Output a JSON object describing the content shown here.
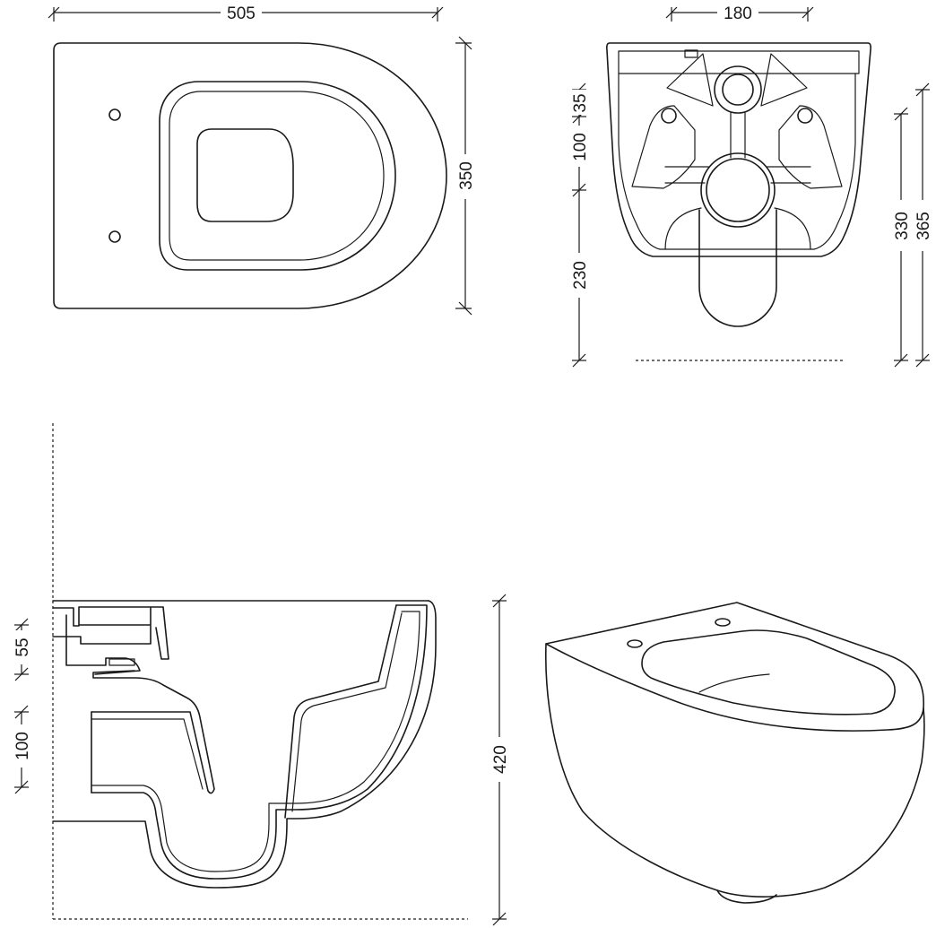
{
  "dimensions": {
    "top_width": "505",
    "top_depth": "350",
    "front_outlet_width": "180",
    "front_35": "35",
    "front_100": "100",
    "front_230": "230",
    "front_330": "330",
    "front_365": "365",
    "side_55": "55",
    "side_100": "100",
    "side_420": "420"
  }
}
